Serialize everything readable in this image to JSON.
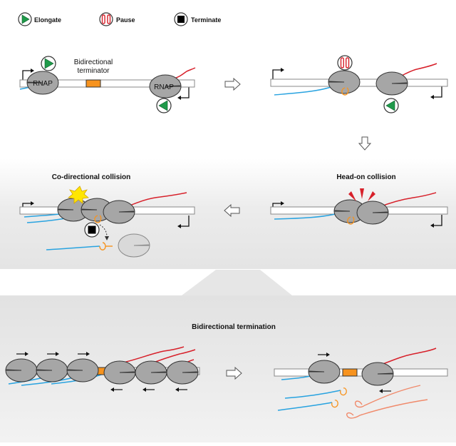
{
  "legend": {
    "elongate": "Elongate",
    "pause": "Pause",
    "terminate": "Terminate"
  },
  "panel1": {
    "rnap_left": "RNAP",
    "rnap_right": "RNAP",
    "terminator_line1": "Bidirectional",
    "terminator_line2": "terminator"
  },
  "headings": {
    "codirectional": "Co-directional collision",
    "headon": "Head-on collision",
    "bidirectional": "Bidirectional termination"
  },
  "colors": {
    "rnap": "#a6a6a6",
    "rnap_faded": "#d9d9d9",
    "terminator": "#f7931e",
    "blue_rna": "#29a3e0",
    "red_rna": "#d7202a",
    "salmon_rna": "#f08a6b",
    "elongate": "#1f9a4a",
    "pause": "#d7202a",
    "panel_bg": "#e6e6e6"
  }
}
